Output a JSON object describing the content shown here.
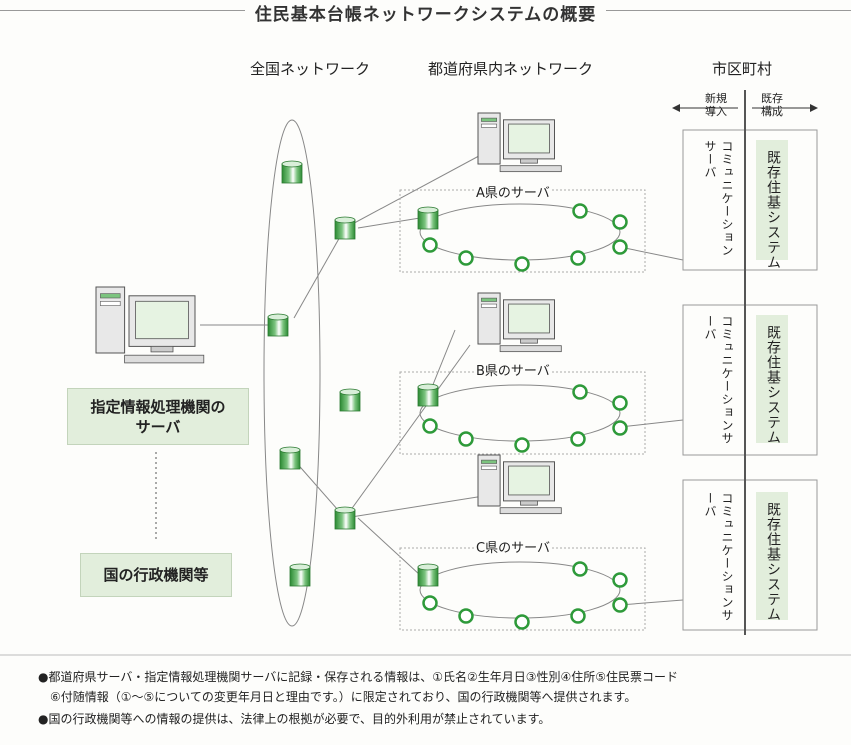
{
  "title": "住民基本台帳ネットワークシステムの概要",
  "headings": {
    "national": "全国ネットワーク",
    "prefectural": "都道府県内ネットワーク",
    "municipal": "市区町村"
  },
  "municipal_legend": {
    "new": "新規\n導入",
    "existing": "既存\n構成"
  },
  "central_server": "指定情報処理機関の\nサーバ",
  "government": "国の行政機関等",
  "prefecture_servers": [
    "A県のサーバ",
    "B県のサーバ",
    "C県のサーバ"
  ],
  "communication_server": "コミュニケーションサーバ",
  "existing_system": "既存住基システム",
  "notes": [
    "●都道府県サーバ・指定情報処理機関サーバに記録・保存される情報は、①氏名②生年月日③性別④住所⑤住民票コード",
    "　⑥付随情報（①〜⑤についての変更年月日と理由です。）に限定されており、国の行政機関等へ提供されます。",
    "●国の行政機関等への情報の提供は、法律上の根拠が必要で、目的外利用が禁止されています。"
  ],
  "colors": {
    "accent_green": "#2e9a3a",
    "panel_green": "#e2eedc",
    "line": "#888888"
  }
}
